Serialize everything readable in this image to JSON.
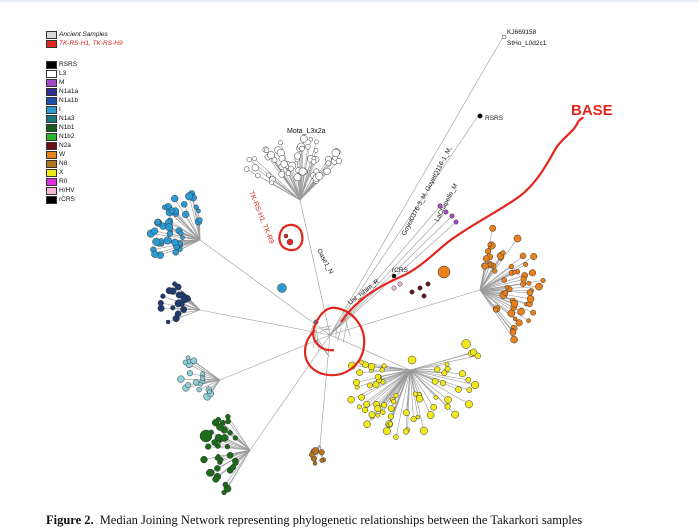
{
  "legend_header": [
    {
      "label": "Ancient Samples",
      "color": "#d9d9d9"
    },
    {
      "label": "TK-RS-H1, TK-RS-H9",
      "color": "#e3261c"
    }
  ],
  "legend_items": [
    {
      "label": "RSRS",
      "color": "#000000"
    },
    {
      "label": "L3",
      "color": "#ffffff"
    },
    {
      "label": "M",
      "color": "#a64ac9"
    },
    {
      "label": "N1a1a",
      "color": "#2f2f8f"
    },
    {
      "label": "N1a1b",
      "color": "#1f4fa8"
    },
    {
      "label": "I",
      "color": "#2c9bd4"
    },
    {
      "label": "N1a3",
      "color": "#1b7a7a"
    },
    {
      "label": "N1b1",
      "color": "#1a5a1a"
    },
    {
      "label": "N1b2",
      "color": "#2db52d"
    },
    {
      "label": "N2a",
      "color": "#6b0f1a"
    },
    {
      "label": "W",
      "color": "#e8811c"
    },
    {
      "label": "N8",
      "color": "#b5741f"
    },
    {
      "label": "X",
      "color": "#f0e81a"
    },
    {
      "label": "R0",
      "color": "#e22de0"
    },
    {
      "label": "H/HV",
      "color": "#f3b8d6"
    },
    {
      "label": "rCRS",
      "color": "#000000"
    }
  ],
  "labels": {
    "kj": "KJ669158",
    "sth": "StHo_L0d2c1",
    "rsrs": "RSRS",
    "mota": "Mota_L3x2a",
    "tk": "TK-RS-H1, TK-R9",
    "oase": "Oase1_N",
    "goyet": "Goyet0376-3_M, GoyetQ116-1_M,",
    "lacha": "LaChapelle_M",
    "ust": "Ust_Ishim_R",
    "crs": "rCRS",
    "base": "BASE"
  },
  "caption": {
    "label": "Figure 2.",
    "text": "Median Joining Network representing phylogenetic relationships between the Takarkori samples"
  }
}
